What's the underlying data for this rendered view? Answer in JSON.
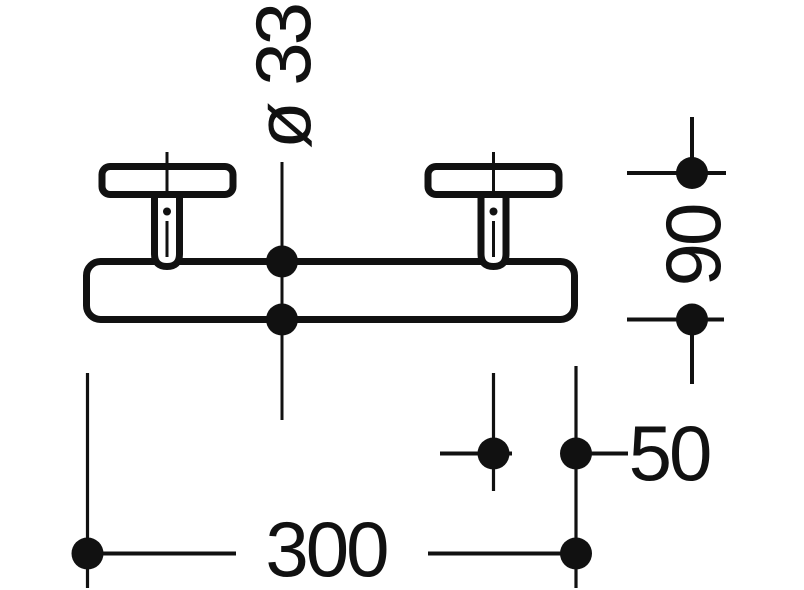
{
  "page": {
    "background": "#ffffff",
    "ink": "#111111"
  },
  "drawing": {
    "kind": "dimensioned technical drawing of a wall-mounted grab rail (two T-posts on a straight bar)",
    "dimension_labels": {
      "diameter": "ø 33",
      "height": "90",
      "end_offset": "50",
      "length": "300"
    }
  }
}
